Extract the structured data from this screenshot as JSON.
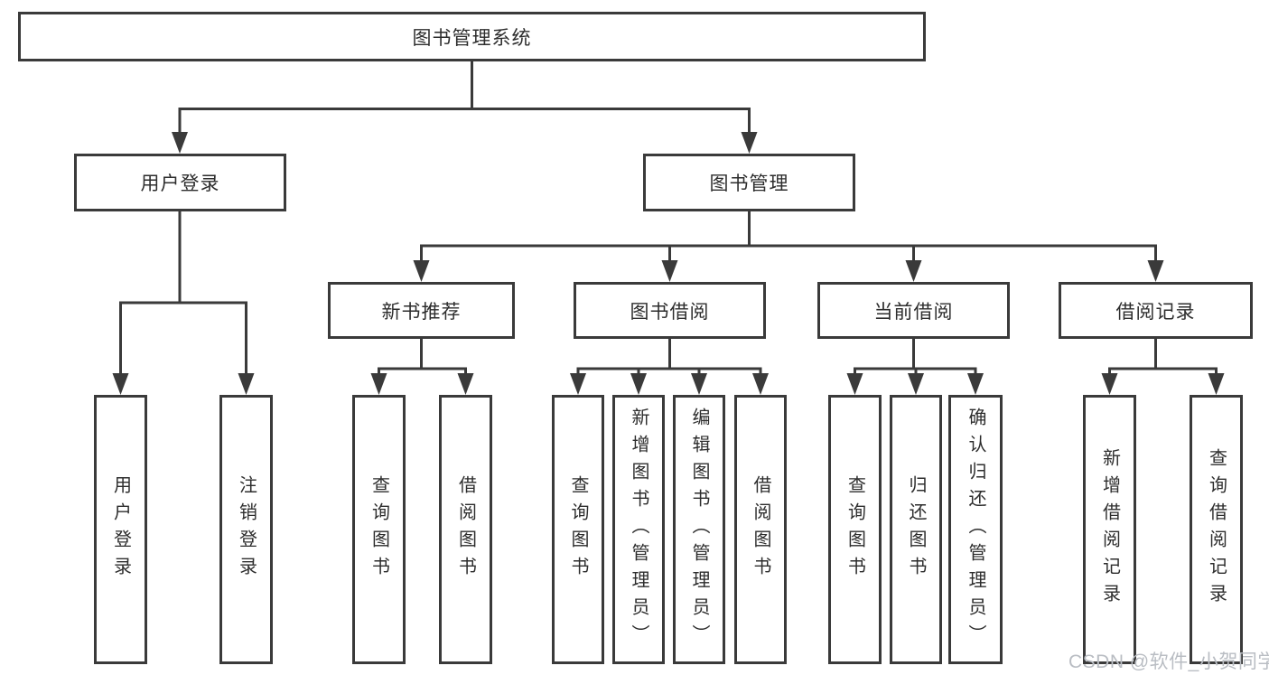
{
  "nodes": {
    "root": {
      "label": "图书管理系统"
    },
    "level2": [
      {
        "label": "用户登录"
      },
      {
        "label": "图书管理"
      }
    ],
    "level3": [
      {
        "label": "新书推荐",
        "parent": "图书管理"
      },
      {
        "label": "图书借阅",
        "parent": "图书管理"
      },
      {
        "label": "当前借阅",
        "parent": "图书管理"
      },
      {
        "label": "借阅记录",
        "parent": "图书管理"
      }
    ],
    "leaves": [
      {
        "label": "用户登录",
        "parent": "用户登录"
      },
      {
        "label": "注销登录",
        "parent": "用户登录"
      },
      {
        "label": "查询图书",
        "parent": "新书推荐"
      },
      {
        "label": "借阅图书",
        "parent": "新书推荐"
      },
      {
        "label": "查询图书",
        "parent": "图书借阅"
      },
      {
        "label": "新增图书（管理员）",
        "parent": "图书借阅"
      },
      {
        "label": "编辑图书（管理员）",
        "parent": "图书借阅"
      },
      {
        "label": "借阅图书",
        "parent": "图书借阅"
      },
      {
        "label": "查询图书",
        "parent": "当前借阅"
      },
      {
        "label": "归还图书",
        "parent": "当前借阅"
      },
      {
        "label": "确认归还（管理员）",
        "parent": "当前借阅"
      },
      {
        "label": "新增借阅记录",
        "parent": "借阅记录"
      },
      {
        "label": "查询借阅记录",
        "parent": "借阅记录"
      }
    ]
  },
  "watermark": "CSDN @软件_小贺同学",
  "colors": {
    "line": "#3a3a3a",
    "text": "#2d2d2d",
    "watermark": "#b9bdc3",
    "background": "#ffffff"
  }
}
